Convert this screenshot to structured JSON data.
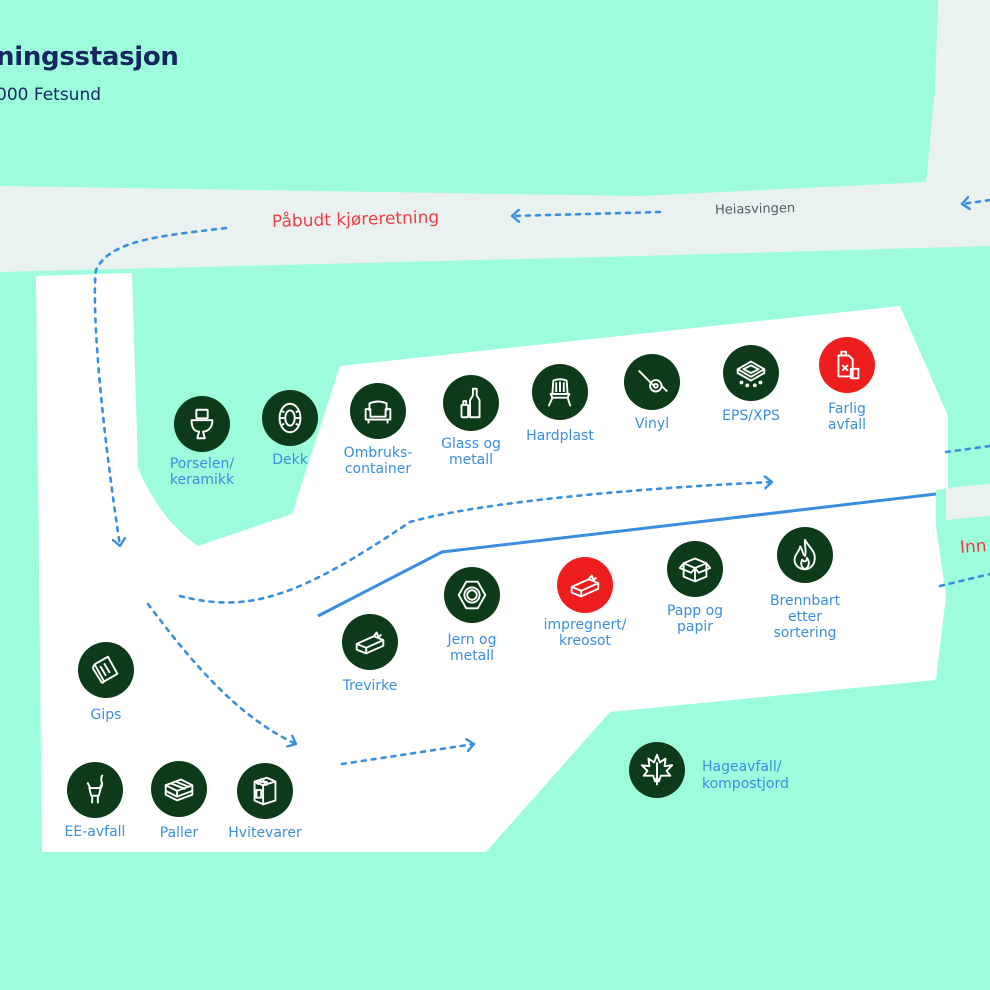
{
  "header": {
    "title": "ningsstasjon",
    "subtitle": "000 Fetsund"
  },
  "roads": {
    "street_name": "Heiasvingen",
    "direction_notice": "Påbudt kjøreretning",
    "entrance_partial": "Inn"
  },
  "colors": {
    "grass": "#9cfcdb",
    "road": "#e9f2f1",
    "yard": "#ffffff",
    "station_icon": "#0d3a18",
    "hazard_icon": "#ee1e1e",
    "label_blue": "#3a8ee0",
    "notice_red": "#ee3d45",
    "title_navy": "#16275f"
  },
  "stations": [
    {
      "id": "porselen",
      "label": "Porselen/\nkeramikk",
      "icon": "toilet-icon"
    },
    {
      "id": "dekk",
      "label": "Dekk",
      "icon": "tire-icon"
    },
    {
      "id": "ombruk",
      "label": "Ombruks-\ncontainer",
      "icon": "armchair-icon"
    },
    {
      "id": "glass",
      "label": "Glass og\nmetall",
      "icon": "bottles-icon"
    },
    {
      "id": "hardplast",
      "label": "Hardplast",
      "icon": "garden-chair-icon"
    },
    {
      "id": "vinyl",
      "label": "Vinyl",
      "icon": "vinyl-roll-icon"
    },
    {
      "id": "eps",
      "label": "EPS/XPS",
      "icon": "styrofoam-icon"
    },
    {
      "id": "farlig",
      "label": "Farlig\navfall",
      "icon": "hazard-canister-icon"
    },
    {
      "id": "trevirke",
      "label": "Trevirke",
      "icon": "broken-beam-icon"
    },
    {
      "id": "jern",
      "label": "Jern og\nmetall",
      "icon": "hex-nut-icon"
    },
    {
      "id": "impregnert",
      "label": "impregnert/\nkreosot",
      "icon": "treated-wood-icon"
    },
    {
      "id": "papp",
      "label": "Papp og\npapir",
      "icon": "cardboard-box-icon"
    },
    {
      "id": "brennbart",
      "label": "Brennbart\netter\nsortering",
      "icon": "flame-icon"
    },
    {
      "id": "gips",
      "label": "Gips",
      "icon": "gypsum-board-icon"
    },
    {
      "id": "ee",
      "label": "EE-avfall",
      "icon": "electric-plug-icon"
    },
    {
      "id": "paller",
      "label": "Paller",
      "icon": "pallet-icon"
    },
    {
      "id": "hvitevarer",
      "label": "Hvitevarer",
      "icon": "stove-icon"
    },
    {
      "id": "hage",
      "label": "Hageavfall/\nkompostjord",
      "icon": "leaf-icon"
    }
  ]
}
